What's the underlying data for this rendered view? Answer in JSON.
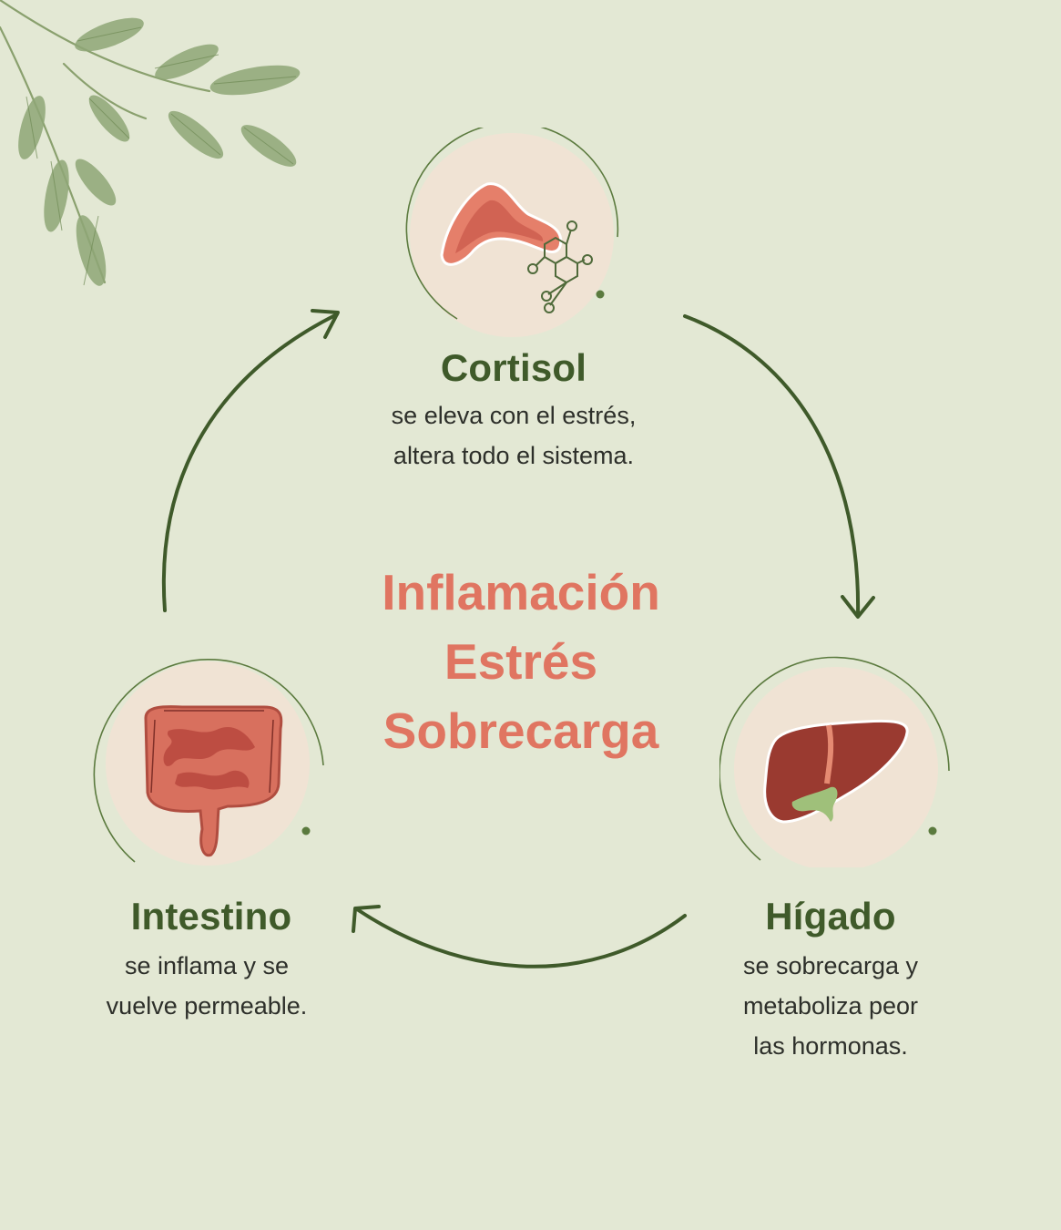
{
  "colors": {
    "background": "#e3e8d4",
    "arrow_green": "#3f5a2a",
    "title_green": "#3f5a2a",
    "center_coral": "#e07561",
    "circle_fill": "#f0e3d4",
    "circle_outline": "#5b7a3e",
    "leaf_green": "#7f9a63"
  },
  "center": {
    "words": [
      "Inflamación",
      "Estrés",
      "Sobrecarga"
    ]
  },
  "nodes": {
    "cortisol": {
      "title": "Cortisol",
      "desc": [
        "se eleva con el estrés,",
        "altera todo el sistema."
      ],
      "icon": "adrenal-gland-molecule-icon"
    },
    "higado": {
      "title": "Hígado",
      "desc": [
        "se sobrecarga y",
        "metaboliza peor",
        "las hormonas."
      ],
      "icon": "liver-icon"
    },
    "intestino": {
      "title": "Intestino",
      "desc": [
        "se inflama y se",
        "vuelve permeable."
      ],
      "icon": "intestine-icon"
    }
  },
  "decoration": {
    "branch_icon": "leaf-branch-icon"
  }
}
